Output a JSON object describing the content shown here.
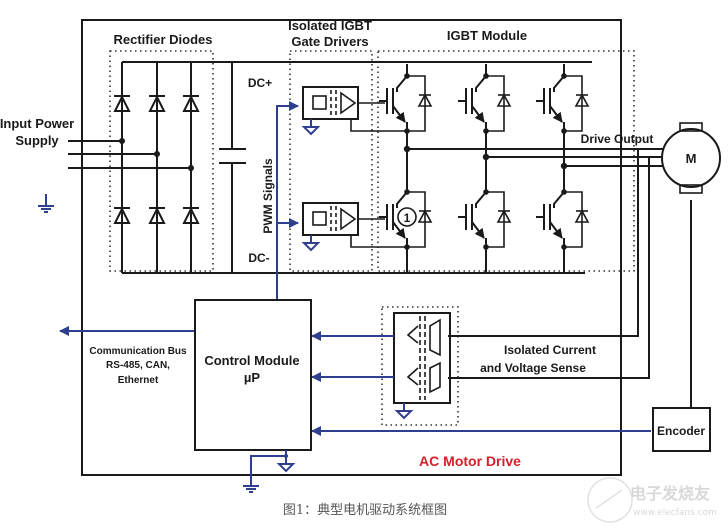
{
  "diagram": {
    "title": "AC Motor Drive",
    "colors": {
      "line": "#1a1a1a",
      "signal": "#2e3f8f",
      "title": "#d6202a",
      "caption": "#555555",
      "watermark": "#c8c8c8"
    },
    "sections": {
      "rectifier": "Rectifier Diodes",
      "gate_drivers_line1": "Isolated IGBT",
      "gate_drivers_line2": "Gate Drivers",
      "igbt_module": "IGBT Module"
    },
    "labels": {
      "input_power_line1": "Input Power",
      "input_power_line2": "Supply",
      "dc_plus": "DC+",
      "dc_minus": "DC-",
      "pwm_signals": "PWM Signals",
      "drive_output": "Drive  Output",
      "motor": "M",
      "igbt_marker": "1",
      "comm_bus_line1": "Communication Bus",
      "comm_bus_line2": "RS-485, CAN,",
      "comm_bus_line3": "Ethernet",
      "control_line1": "Control Module",
      "control_line2": "µP",
      "sense_line1": "Isolated Current",
      "sense_line2": "and Voltage Sense",
      "encoder": "Encoder"
    },
    "caption": "图1：典型电机驱动系统框图",
    "watermark": {
      "name": "电子发烧友",
      "url": "www.elecfans.com"
    }
  }
}
